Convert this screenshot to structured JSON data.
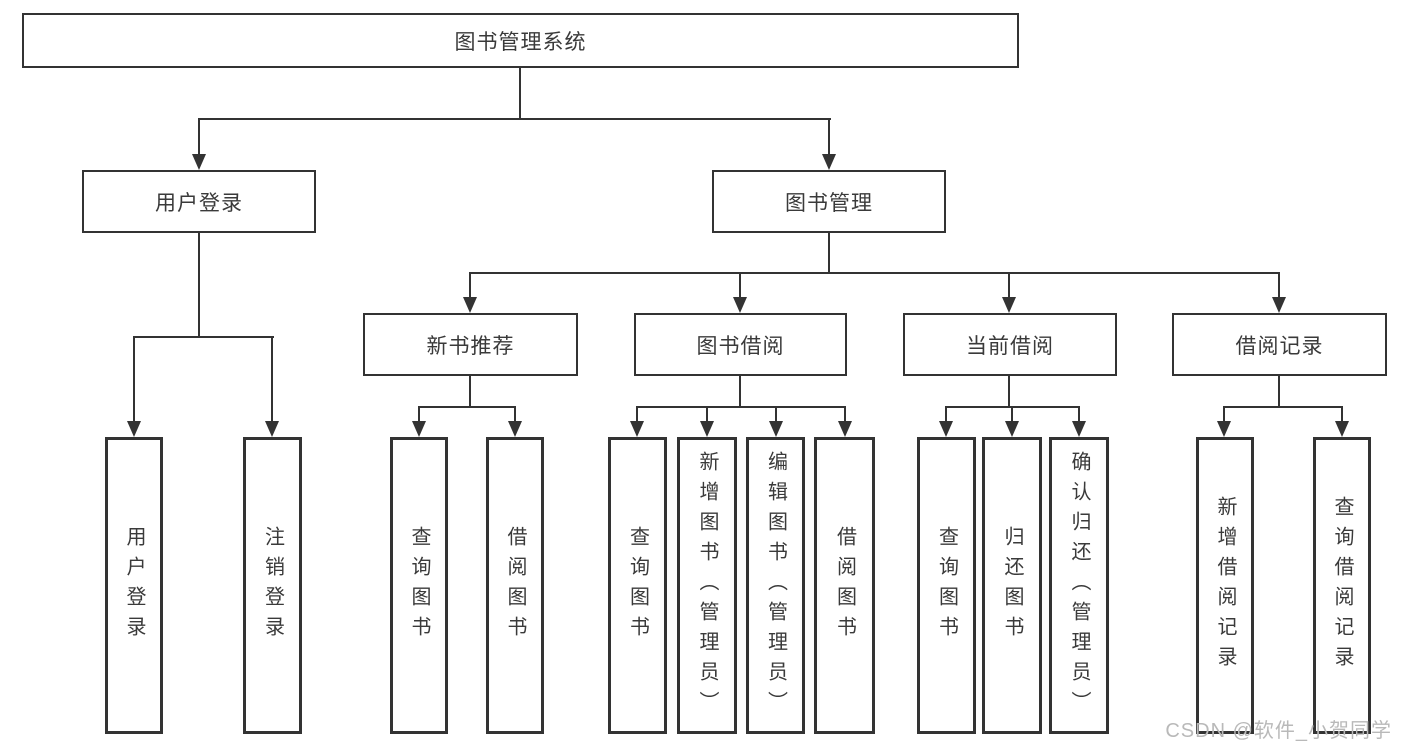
{
  "title": "图书管理系统",
  "level2": {
    "user_login": "用户登录",
    "book_mgmt": "图书管理"
  },
  "level3": {
    "new_books": "新书推荐",
    "borrow": "图书借阅",
    "current": "当前借阅",
    "records": "借阅记录"
  },
  "leaves": {
    "login": [
      "用户登录",
      "注销登录"
    ],
    "new_books": [
      "查询图书",
      "借阅图书"
    ],
    "borrow": [
      "查询图书",
      "新增图书（管理员）",
      "编辑图书（管理员）",
      "借阅图书"
    ],
    "current": [
      "查询图书",
      "归还图书",
      "确认归还（管理员）"
    ],
    "records": [
      "新增借阅记录",
      "查询借阅记录"
    ]
  },
  "watermark": "CSDN @软件_小贺同学",
  "colors": {
    "line": "#333333",
    "text": "#3a3a3a",
    "watermark": "#b9b9b9",
    "background": "#ffffff"
  }
}
